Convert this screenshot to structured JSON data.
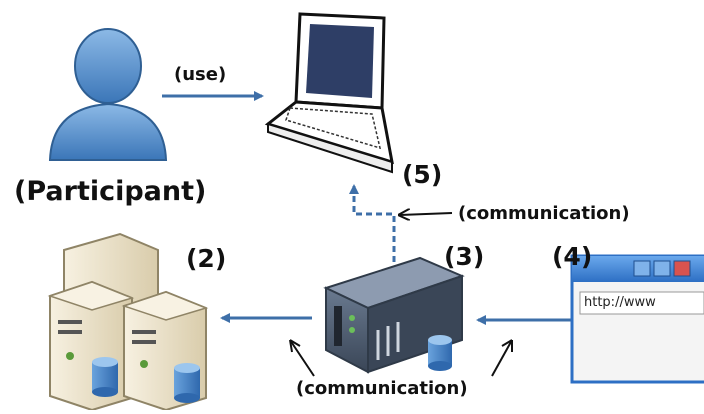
{
  "diagram": {
    "participant_label": "(Participant)",
    "use_label": "(use)",
    "labels": {
      "n2": "(2)",
      "n3": "(3)",
      "n4": "(4)",
      "n5": "(5)"
    },
    "communication_top": "(communication)",
    "communication_bottom": "(communication)",
    "browser_url": "http://www"
  },
  "colors": {
    "arrow_blue": "#3e6fa8",
    "person_blue": "#4a86c7",
    "laptop_screen": "#2e3e66",
    "server_beige": "#efe6cf",
    "appliance_body": "#4a5a6e",
    "window_blue": "#3a7fd0"
  },
  "icons": [
    "person-icon",
    "laptop-icon",
    "server-cluster-icon",
    "network-appliance-icon",
    "browser-window-icon"
  ]
}
